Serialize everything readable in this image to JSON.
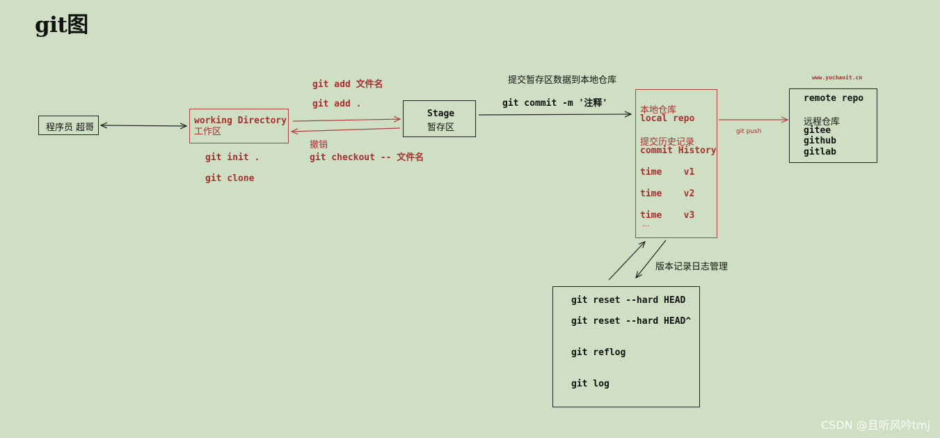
{
  "title": "git图",
  "programmer": "程序员 超哥",
  "working": {
    "line1": "working Directory",
    "line2": "工作区"
  },
  "init_cmds": [
    "git init .",
    "git clone"
  ],
  "add_cmds": [
    "git add 文件名",
    "git add ."
  ],
  "undo": {
    "label": "撤销",
    "cmd": "git checkout -- 文件名"
  },
  "stage": {
    "line1": "Stage",
    "line2": "暂存区"
  },
  "commit": {
    "label": "提交暂存区数据到本地仓库",
    "cmd": "git commit -m '注释'"
  },
  "local": {
    "line1": "本地仓库",
    "line2": "local repo",
    "line3": "提交历史记录",
    "line4": "commit History",
    "versions": [
      "time    v1",
      "time    v2",
      "time    v3"
    ],
    "ellipsis": "..."
  },
  "push": "git push",
  "site": "www.yuchaoit.cn",
  "remote": {
    "line1": "remote repo",
    "line2": "远程仓库",
    "items": [
      "gitee",
      "github",
      "gitlab"
    ]
  },
  "log_label": "版本记录日志管理",
  "reset_cmds": [
    "git reset --hard HEAD",
    "git reset --hard HEAD^",
    "git reflog",
    "git log"
  ],
  "watermark": "CSDN @且听风吟tmj",
  "colors": {
    "background": "#cfdfc4",
    "accent": "#a5302e",
    "ink": "#222222"
  }
}
